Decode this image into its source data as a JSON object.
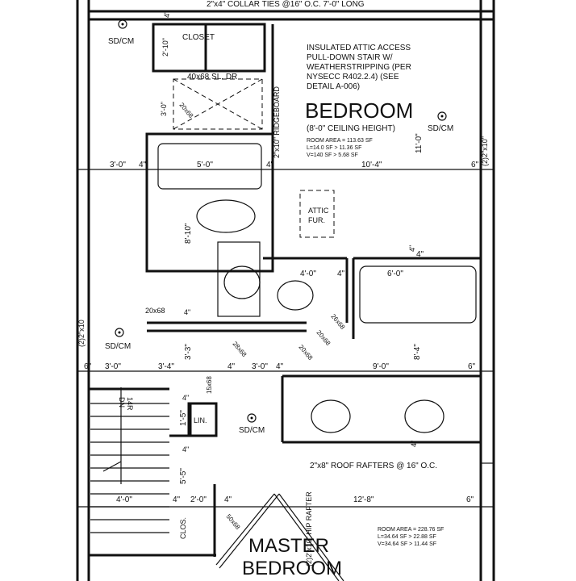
{
  "plan": {
    "header_note": "2\"x4\" COLLAR TIES @16\" O.C. 7'-0\" LONG",
    "closet": "CLOSET",
    "sliding_door": "40x68 SL. DR",
    "attic_note": [
      "INSULATED ATTIC ACCESS",
      "PULL-DOWN STAIR W/",
      "WEATHERSTRIPPING (PER",
      "NYSECC R402.2.4) (SEE",
      "DETAIL A-006)"
    ],
    "bedroom": {
      "title": "BEDROOM",
      "ceiling": "(8'-0\" CEILING HEIGHT)",
      "area_lines": [
        "ROOM AREA = 113.63 SF",
        "L=14.0 SF > 11.36 SF",
        "V=140 SF > 5.68 SF"
      ]
    },
    "master": {
      "title_1": "MASTER",
      "title_2": "BEDROOM",
      "area_lines": [
        "ROOM AREA = 228.76 SF",
        "L=34.64 SF > 22.88 SF",
        "V=34.64 SF > 11.44 SF"
      ]
    },
    "smoke": "SD/CM",
    "attic_fur": [
      "ATTIC",
      "FUR."
    ],
    "linen": "LIN.",
    "clos": "CLOS.",
    "ridgeboard": "2\"x10\" RIDGEBOARD",
    "roof_rafters": "2\"x8\" ROOF RAFTERS @ 16\" O.C.",
    "hip_rafter": "(2)2\"x10\" HIP RAFTER",
    "stair": [
      "DN",
      "14R"
    ],
    "window": "(2)2\"x10\"",
    "window_left": "(2)2\"x10",
    "doors": {
      "d1": "20x68",
      "d2": "20x68",
      "d3": "28x68",
      "d4": "20x68",
      "d5": "15x68",
      "d6": "20x68",
      "d7": "26x68",
      "d8": "50x68"
    },
    "dims": {
      "d3_0a": "3'-0\"",
      "d4a": "4\"",
      "d5_0": "5'-0\"",
      "d4b": "4\"",
      "d10_4": "10'-4\"",
      "d6a": "6\"",
      "d8_10": "8'-10\"",
      "d11_0": "11'-0\"",
      "d4_0a": "4'-0\"",
      "d4c": "4\"",
      "d6_0": "6'-0\"",
      "d4d": "4\"",
      "d3_3": "3'-3\"",
      "d6b": "6\"",
      "d3_0b": "3'-0\"",
      "d3_4": "3'-4\"",
      "d4e": "4\"",
      "d3_0c": "3'-0\"",
      "d4f": "4\"",
      "d9_0": "9'-0\"",
      "d6c": "6\"",
      "d8_4": "8'-4\"",
      "d1_5": "1'-5\"",
      "d5_5": "5'-5\"",
      "d4_0b": "4'-0\"",
      "d4g": "4\"",
      "d2_0": "2'-0\"",
      "d4h": "4\"",
      "d12_8": "12'-8\"",
      "d6d": "6\"",
      "d2_10": "2'-10\"",
      "d3_0d": "3'-0\"",
      "d4i": "4\"",
      "d4j": "4\"",
      "d4k": "4\"",
      "d4l": "4\"",
      "d4m": "4\"",
      "d4n": "4\""
    }
  }
}
